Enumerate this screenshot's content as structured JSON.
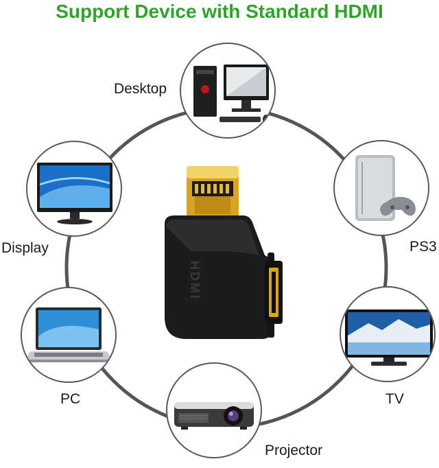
{
  "title": "Support Device with Standard HDMI",
  "colors": {
    "title": "#2fa32a",
    "ring": "#555555",
    "adapter": "#1c1c1c",
    "gold": "#d9a520"
  },
  "devices": [
    {
      "id": "desktop",
      "label": "Desktop",
      "icon": "desktop-computer-icon"
    },
    {
      "id": "ps3",
      "label": "PS3",
      "icon": "game-console-icon"
    },
    {
      "id": "tv",
      "label": "TV",
      "icon": "tv-icon"
    },
    {
      "id": "projector",
      "label": "Projector",
      "icon": "projector-icon"
    },
    {
      "id": "pc",
      "label": "PC",
      "icon": "laptop-icon"
    },
    {
      "id": "display",
      "label": "Display",
      "icon": "monitor-icon"
    }
  ]
}
